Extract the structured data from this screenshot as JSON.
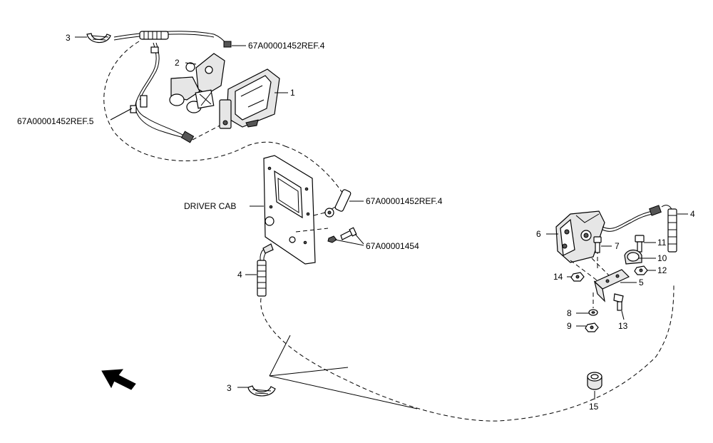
{
  "labels": {
    "item_1": "1",
    "item_2": "2",
    "item_3_top": "3",
    "item_3_bottom": "3",
    "item_4_left": "4",
    "item_4_right": "4",
    "item_5": "5",
    "item_6": "6",
    "item_7": "7",
    "item_8": "8",
    "item_9": "9",
    "item_10": "10",
    "item_11": "11",
    "item_12": "12",
    "item_13": "13",
    "item_14": "14",
    "item_15": "15",
    "ref_top": "67A00001452REF.4",
    "ref_left": "67A00001452REF.5",
    "ref_mid": "67A00001452REF.4",
    "ref_1454": "67A00001454",
    "driver_cab": "DRIVER CAB"
  }
}
